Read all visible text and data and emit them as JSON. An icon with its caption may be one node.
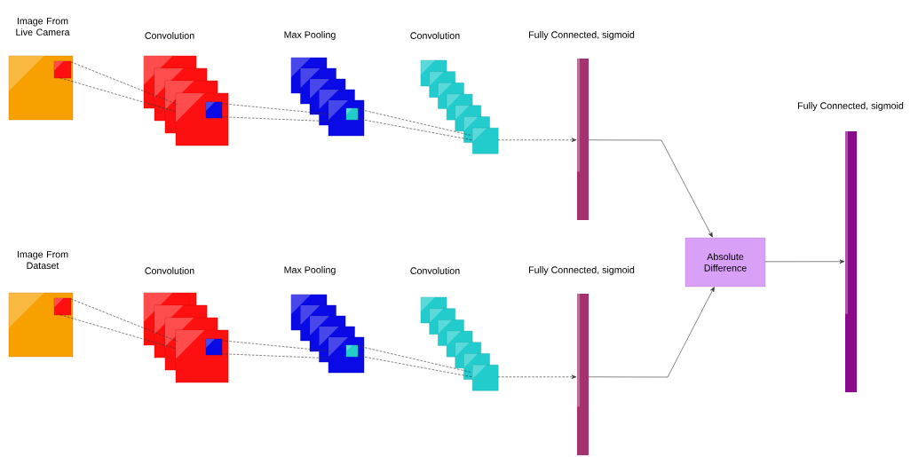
{
  "diagram": {
    "nodes": [
      {
        "text": [
          "Image From Live Camera"
        ]
      },
      {
        "text": [
          "Convolution"
        ]
      },
      {
        "text": [
          "Max Pooling"
        ]
      },
      {
        "text": [
          "Convolution"
        ]
      },
      {
        "text": [
          "Fully Connected, sigmoid"
        ]
      },
      {
        "text": [
          "Image From Dataset"
        ]
      },
      {
        "text": [
          "Convolution"
        ]
      },
      {
        "text": [
          "Max Pooling"
        ]
      },
      {
        "text": [
          "Convolution"
        ]
      },
      {
        "text": [
          "Fully Connected, sigmoid"
        ]
      },
      {
        "text": [
          "Absolute Difference"
        ]
      },
      {
        "text": [
          "Fully Connected, sigmoid"
        ]
      }
    ],
    "edges": [
      {
        "from": 0,
        "to": 1,
        "arrow": "none",
        "style": "dashed"
      },
      {
        "from": 0,
        "to": 1,
        "arrow": "none",
        "style": "dashed"
      },
      {
        "from": 1,
        "to": 2,
        "arrow": "none",
        "style": "dashed"
      },
      {
        "from": 1,
        "to": 2,
        "arrow": "none",
        "style": "dashed"
      },
      {
        "from": 2,
        "to": 3,
        "arrow": "none",
        "style": "dashed"
      },
      {
        "from": 2,
        "to": 3,
        "arrow": "none",
        "style": "dashed"
      },
      {
        "from": 3,
        "to": 4,
        "arrow": "to",
        "style": "dashed"
      },
      {
        "from": 5,
        "to": 6,
        "arrow": "none",
        "style": "dashed"
      },
      {
        "from": 5,
        "to": 6,
        "arrow": "none",
        "style": "dashed"
      },
      {
        "from": 6,
        "to": 7,
        "arrow": "none",
        "style": "dashed"
      },
      {
        "from": 6,
        "to": 7,
        "arrow": "none",
        "style": "dashed"
      },
      {
        "from": 7,
        "to": 8,
        "arrow": "none",
        "style": "dashed"
      },
      {
        "from": 7,
        "to": 8,
        "arrow": "none",
        "style": "dashed"
      },
      {
        "from": 8,
        "to": 9,
        "arrow": "to",
        "style": "dashed"
      },
      {
        "from": 4,
        "to": 10,
        "arrow": "to"
      },
      {
        "from": 9,
        "to": 10,
        "arrow": "to"
      },
      {
        "from": 10,
        "to": 11,
        "arrow": "to"
      }
    ]
  }
}
